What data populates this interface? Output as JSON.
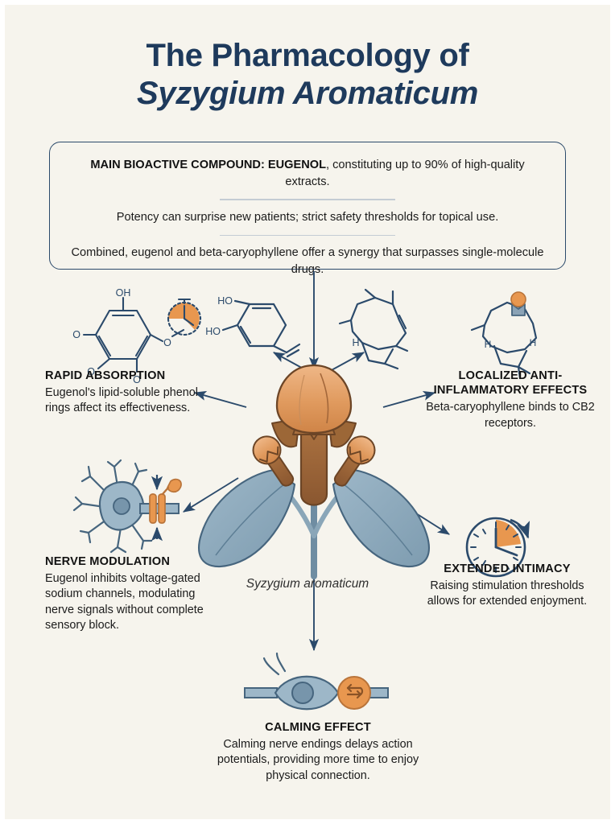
{
  "poster": {
    "background_color": "#f6f4ed",
    "ink_color": "#2b4a6b",
    "accent_color": "#e8974f",
    "title_color": "#1e3a5c"
  },
  "title": {
    "line1": "The Pharmacology of",
    "line2": "Syzygium Aromaticum"
  },
  "key_box": {
    "p1_strong": "MAIN BIOACTIVE COMPOUND: EUGENOL",
    "p1_rest": ", constituting up to 90% of high-quality extracts.",
    "p2": "Potency can surprise new patients; strict safety thresholds for topical use.",
    "p3": "Combined, eugenol and beta-caryophyllene offer a synergy that surpasses single-molecule drugs."
  },
  "center": {
    "caption": "Syzygium aromaticum",
    "illustration_name": "clove-flower-bud-illustration"
  },
  "callouts": [
    {
      "id": "rapid-absorption",
      "title": "RAPID ABSORPTION",
      "body": "Eugenol's lipid-soluble phenol rings affect its effectiveness.",
      "icon": "phenol-ring-with-stopwatch-icon",
      "icon_labels": [
        "OH",
        "O",
        "O",
        "O"
      ]
    },
    {
      "id": "localized-anti-inflammatory-effects",
      "title": "LOCALIZED ANTI-INFLAMMATORY EFFECTS",
      "body": "Beta-caryophyllene binds to CB2 receptors.",
      "icon": "caryophyllene-bound-to-cb2-receptor-icon",
      "icon_labels": [
        "H",
        "H"
      ]
    },
    {
      "id": "nerve-modulation",
      "title": "NERVE MODULATION",
      "body": "Eugenol inhibits voltage-gated sodium channels, modulating nerve signals without complete sensory block.",
      "icon": "neuron-with-sodium-channel-icon"
    },
    {
      "id": "extended-intimacy",
      "title": "EXTENDED INTIMACY",
      "body": "Raising stimulation thresholds allows for extended enjoyment.",
      "icon": "clock-with-arrow-icon"
    },
    {
      "id": "calming-effect",
      "title": "CALMING EFFECT",
      "body": "Calming nerve endings delays action potentials, providing more time to enjoy physical connection.",
      "icon": "bipolar-nerve-cell-with-exchange-icon"
    }
  ],
  "molecules": {
    "eugenol_label_1": "HO",
    "eugenol_label_2": "HO",
    "caryophyllene_label": "H"
  }
}
